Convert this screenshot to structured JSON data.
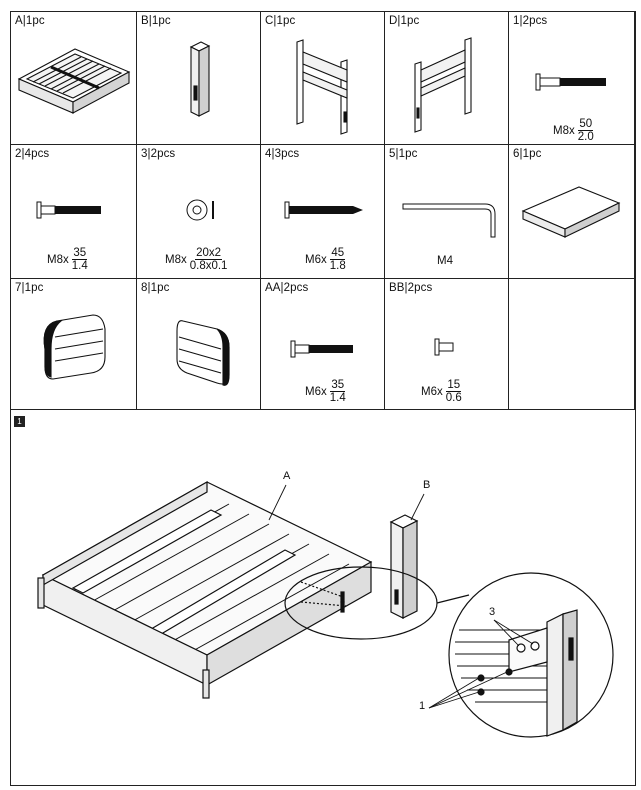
{
  "parts": [
    {
      "id": "A",
      "label": "A|1pc"
    },
    {
      "id": "B",
      "label": "B|1pc"
    },
    {
      "id": "C",
      "label": "C|1pc"
    },
    {
      "id": "D",
      "label": "D|1pc"
    },
    {
      "id": "1",
      "label": "1|2pcs",
      "spec": {
        "prefix": "M8x",
        "num": "50",
        "den": "2.0"
      }
    },
    {
      "id": "2",
      "label": "2|4pcs",
      "spec": {
        "prefix": "M8x",
        "num": "35",
        "den": "1.4"
      }
    },
    {
      "id": "3",
      "label": "3|2pcs",
      "spec": {
        "prefix": "M8x",
        "num": "20x2",
        "den": "0.8x0.1"
      }
    },
    {
      "id": "4",
      "label": "4|3pcs",
      "spec": {
        "prefix": "M6x",
        "num": "45",
        "den": "1.8"
      }
    },
    {
      "id": "5",
      "label": "5|1pc",
      "spec_text": "M4"
    },
    {
      "id": "6",
      "label": "6|1pc"
    },
    {
      "id": "7",
      "label": "7|1pc"
    },
    {
      "id": "8",
      "label": "8|1pc"
    },
    {
      "id": "AA",
      "label": "AA|2pcs",
      "spec": {
        "prefix": "M6x",
        "num": "35",
        "den": "1.4"
      }
    },
    {
      "id": "BB",
      "label": "BB|2pcs",
      "spec": {
        "prefix": "M6x",
        "num": "15",
        "den": "0.6"
      }
    }
  ],
  "step": {
    "number": "1",
    "callouts": {
      "a": "A",
      "b": "B",
      "three": "3",
      "one": "1"
    }
  }
}
